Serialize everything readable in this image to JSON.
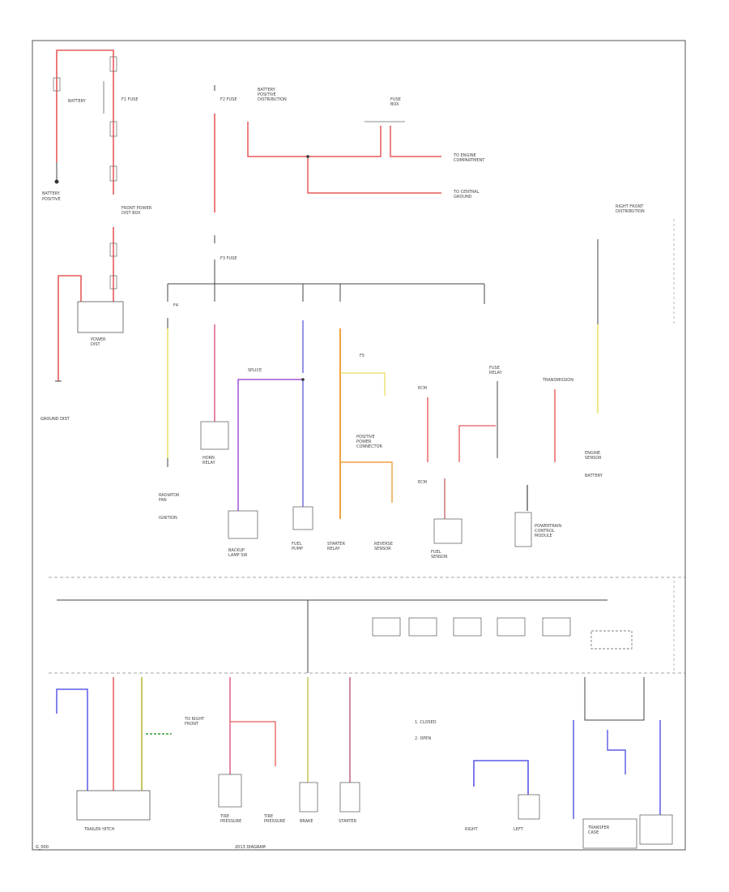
{
  "labels": {
    "ground_dist": "GROUND DIST",
    "footer_left": "G_000",
    "footer_center": "2013 DIAGRAM"
  },
  "colors": {
    "red": "#e85a5a",
    "pink": "#e06a8a",
    "yellow": "#e8e060",
    "blue": "#5a5ae8",
    "violet": "#a050d8",
    "orange": "#f0a040",
    "olive": "#c8c860",
    "line": "#444444"
  },
  "icons": [
    "ground-icon",
    "fuse-icon",
    "connector-icon",
    "splice-icon"
  ]
}
